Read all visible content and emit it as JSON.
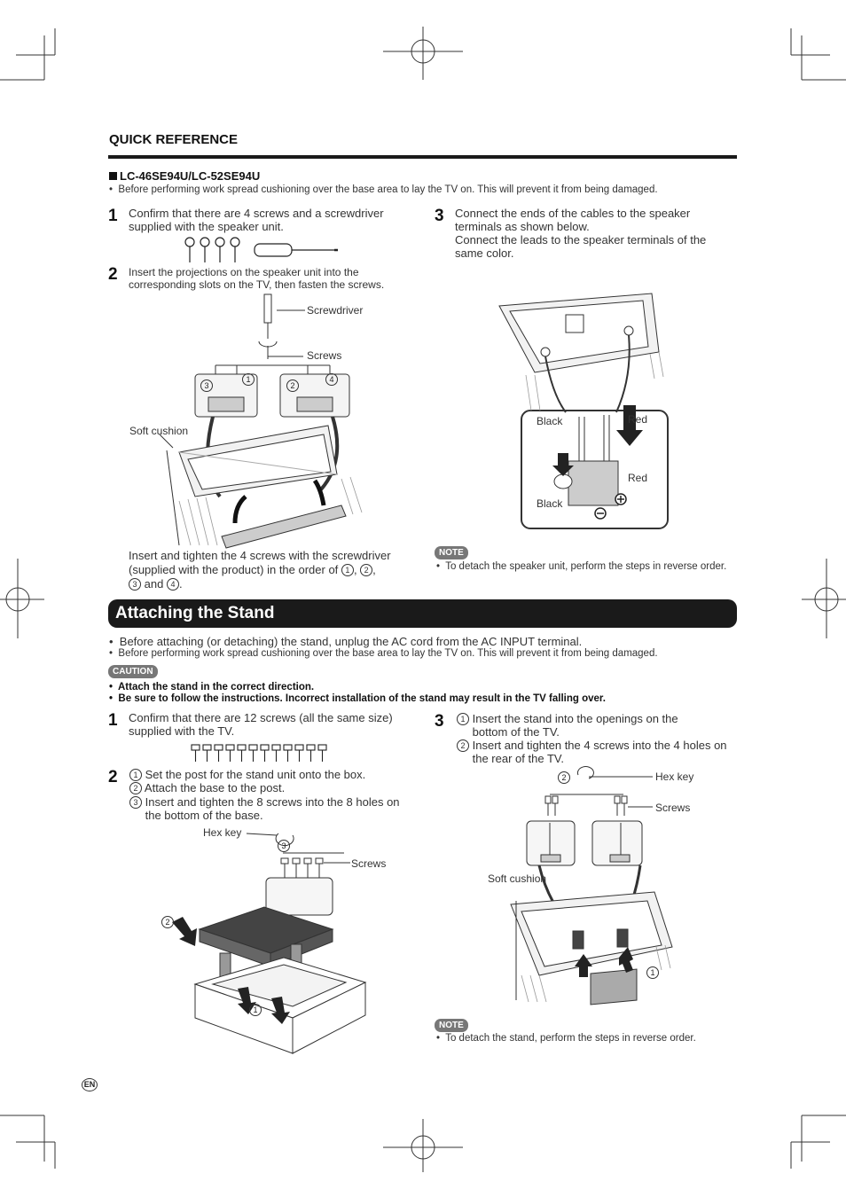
{
  "header": {
    "section_title": "QUICK REFERENCE"
  },
  "quick_ref": {
    "model_heading": "LC-46SE94U/LC-52SE94U",
    "bullet": "Before performing work spread cushioning over the base area to lay the TV on. This will prevent it from being damaged.",
    "step1": {
      "num": "1",
      "text": "Confirm that there are 4 screws and a screwdriver supplied with the speaker unit."
    },
    "step2": {
      "num": "2",
      "text": "Insert the projections on the speaker unit into the corresponding slots on the TV, then fasten the screws."
    },
    "step2_labels": {
      "screwdriver": "Screwdriver",
      "screws": "Screws",
      "soft_cushion": "Soft cushion"
    },
    "step2_note": {
      "line1": "Insert and tighten the 4 screws with the screwdriver",
      "line2a": "(supplied with the product) in the order of",
      "line3b": "and",
      "n1": "1",
      "n2": "2",
      "n3": "3",
      "n4": "4"
    },
    "step3": {
      "num": "3",
      "line1": "Connect the ends of the cables to the speaker terminals as shown below.",
      "line2": "Connect the leads to the speaker terminals of the same color."
    },
    "step3_labels": {
      "black1": "Black",
      "red1": "Red",
      "red2": "Red",
      "black2": "Black",
      "minus": "−",
      "plus": "+"
    },
    "note_label": "NOTE",
    "note_text": "To detach the speaker unit, perform the steps in reverse order."
  },
  "stand": {
    "title": "Attaching the Stand",
    "bullet1": "Before attaching (or detaching) the stand, unplug the AC cord from the AC INPUT terminal.",
    "bullet2": "Before performing work spread cushioning over the base area to lay the TV on. This will prevent it from being damaged.",
    "caution_label": "CAUTION",
    "caution1": "Attach the stand in the correct direction.",
    "caution2": "Be sure to follow the instructions. Incorrect installation of the stand may result in the TV falling over.",
    "step1": {
      "num": "1",
      "text": "Confirm that there are 12 screws (all the same size) supplied with the TV."
    },
    "step2": {
      "num": "2",
      "a": "Set the post for the stand unit onto the box.",
      "b": "Attach the base to the post.",
      "c": "Insert and tighten the 8 screws into the 8 holes on the bottom of the base."
    },
    "step2_labels": {
      "hex_key": "Hex key",
      "screws": "Screws"
    },
    "step3": {
      "num": "3",
      "a": "Insert the stand into the openings on the bottom of the TV.",
      "b": "Insert and tighten the 4 screws into the 4 holes on the rear of the TV."
    },
    "step3_labels": {
      "hex_key": "Hex key",
      "screws": "Screws",
      "soft_cushion": "Soft cushion"
    },
    "note_label": "NOTE",
    "note_text": "To detach the stand, perform the steps in reverse order."
  },
  "footer": {
    "lang_badge": "EN"
  }
}
